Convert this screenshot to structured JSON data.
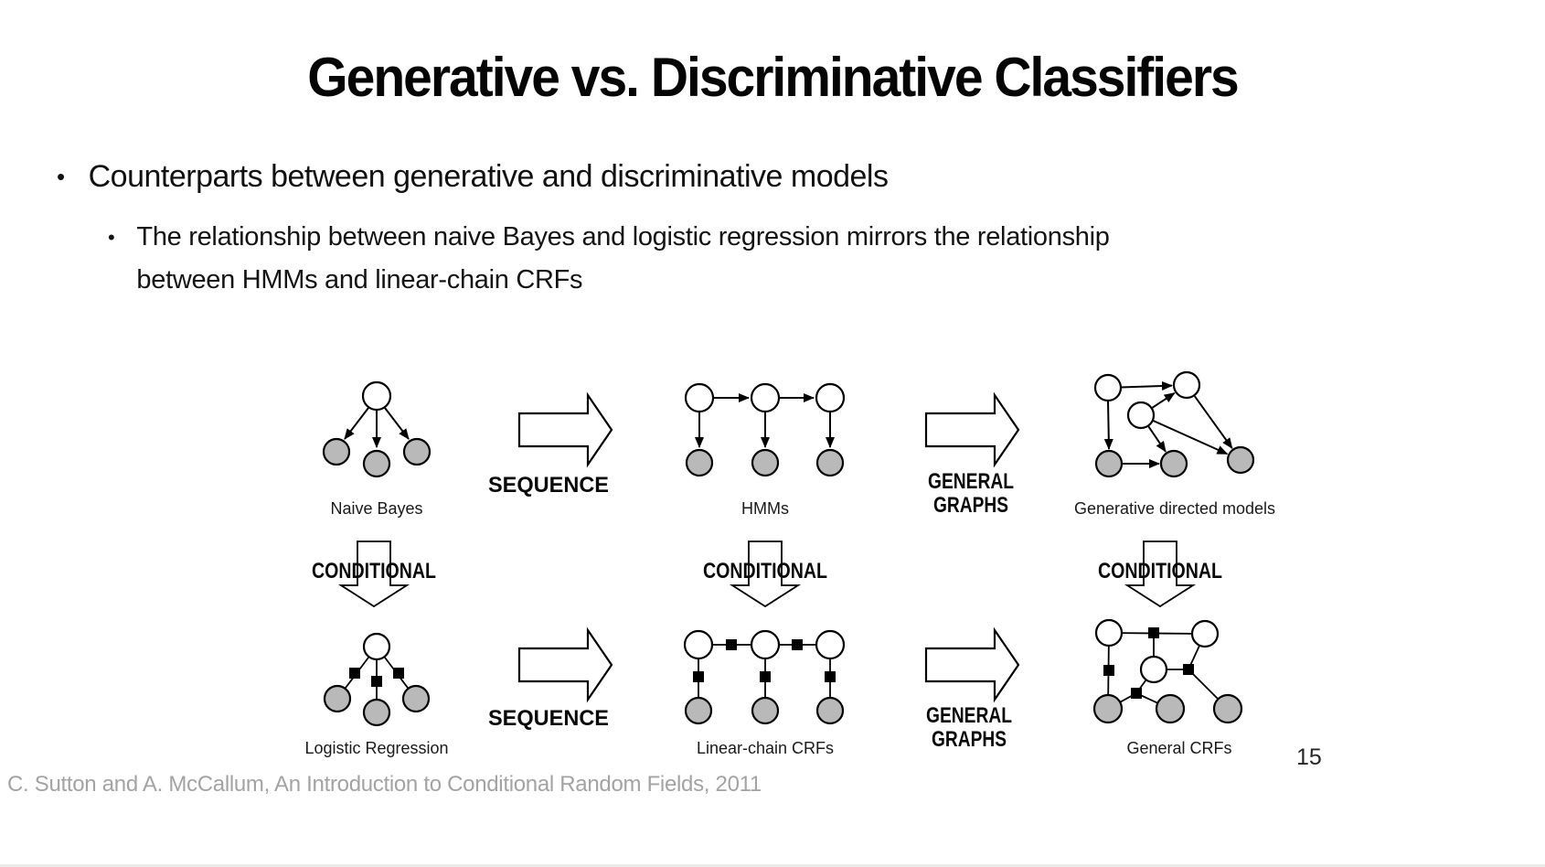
{
  "slide": {
    "title": "Generative vs. Discriminative Classifiers",
    "page_number": "15",
    "citation": "C. Sutton and A. McCallum, An Introduction to Conditional Random Fields, 2011",
    "bullets": {
      "marker": "•",
      "level1": "Counterparts between generative and discriminative models",
      "level2_line1": "The relationship between naive Bayes and logistic regression mirrors the relationship",
      "level2_line2": "between HMMs and linear-chain CRFs"
    }
  },
  "figure": {
    "arrow_labels": {
      "sequence": "SEQUENCE",
      "general_line1": "GENERAL",
      "general_line2": "GRAPHS",
      "conditional": "CONDITIONAL"
    },
    "model_labels": {
      "naive_bayes": "Naive Bayes",
      "hmms": "HMMs",
      "generative_directed": "Generative directed models",
      "logistic_regression": "Logistic Regression",
      "linear_chain_crfs": "Linear-chain CRFs",
      "general_crfs": "General CRFs"
    },
    "colors": {
      "observed_node_fill": "#b9b9b9",
      "latent_node_fill": "#ffffff",
      "stroke": "#000000",
      "citation_gray": "#a3a3a3"
    }
  }
}
